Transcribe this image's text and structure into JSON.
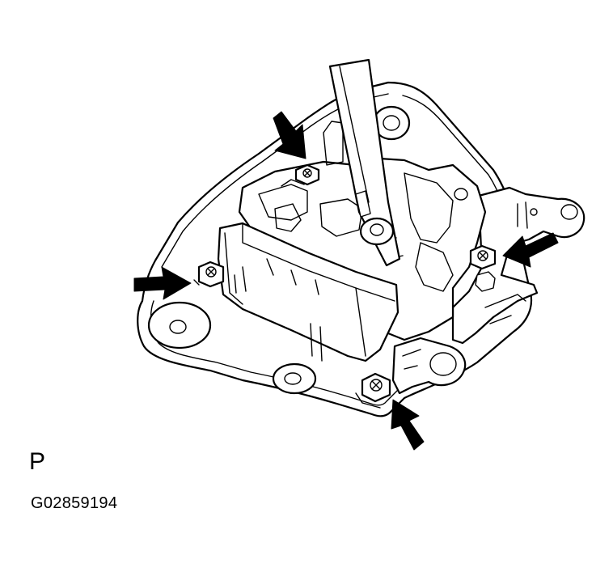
{
  "figure": {
    "view_label": "P",
    "figure_code": "G02859194"
  },
  "icons": {
    "bolts": [
      "bolt-upper-left",
      "bolt-left",
      "bolt-right",
      "bolt-lower"
    ],
    "arrows": [
      "arrow-upper-left",
      "arrow-left",
      "arrow-right",
      "arrow-lower"
    ]
  }
}
